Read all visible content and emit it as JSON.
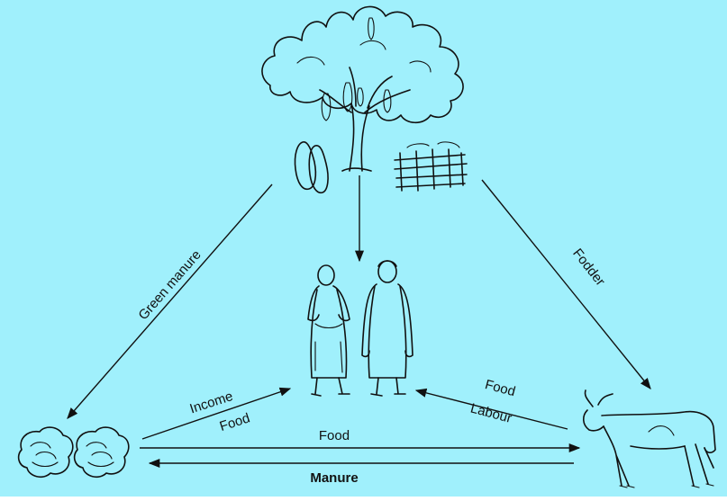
{
  "diagram": {
    "background_color": "#a0f0fc",
    "ink_color": "#111111",
    "nodes": [
      {
        "id": "tree",
        "icon": "tree-with-fruits-and-firewood-icon"
      },
      {
        "id": "people",
        "icon": "farming-family-icon"
      },
      {
        "id": "crops",
        "icon": "cabbage-crops-icon"
      },
      {
        "id": "livestock",
        "icon": "cow-icon"
      }
    ],
    "labels": {
      "green_manure": "Green manure",
      "fodder": "Fodder",
      "income": "Income",
      "food_crops_to_people": "Food",
      "food_livestock_to_people": "Food",
      "labour": "Labour",
      "food_crops_to_livestock": "Food",
      "manure": "Manure"
    }
  }
}
